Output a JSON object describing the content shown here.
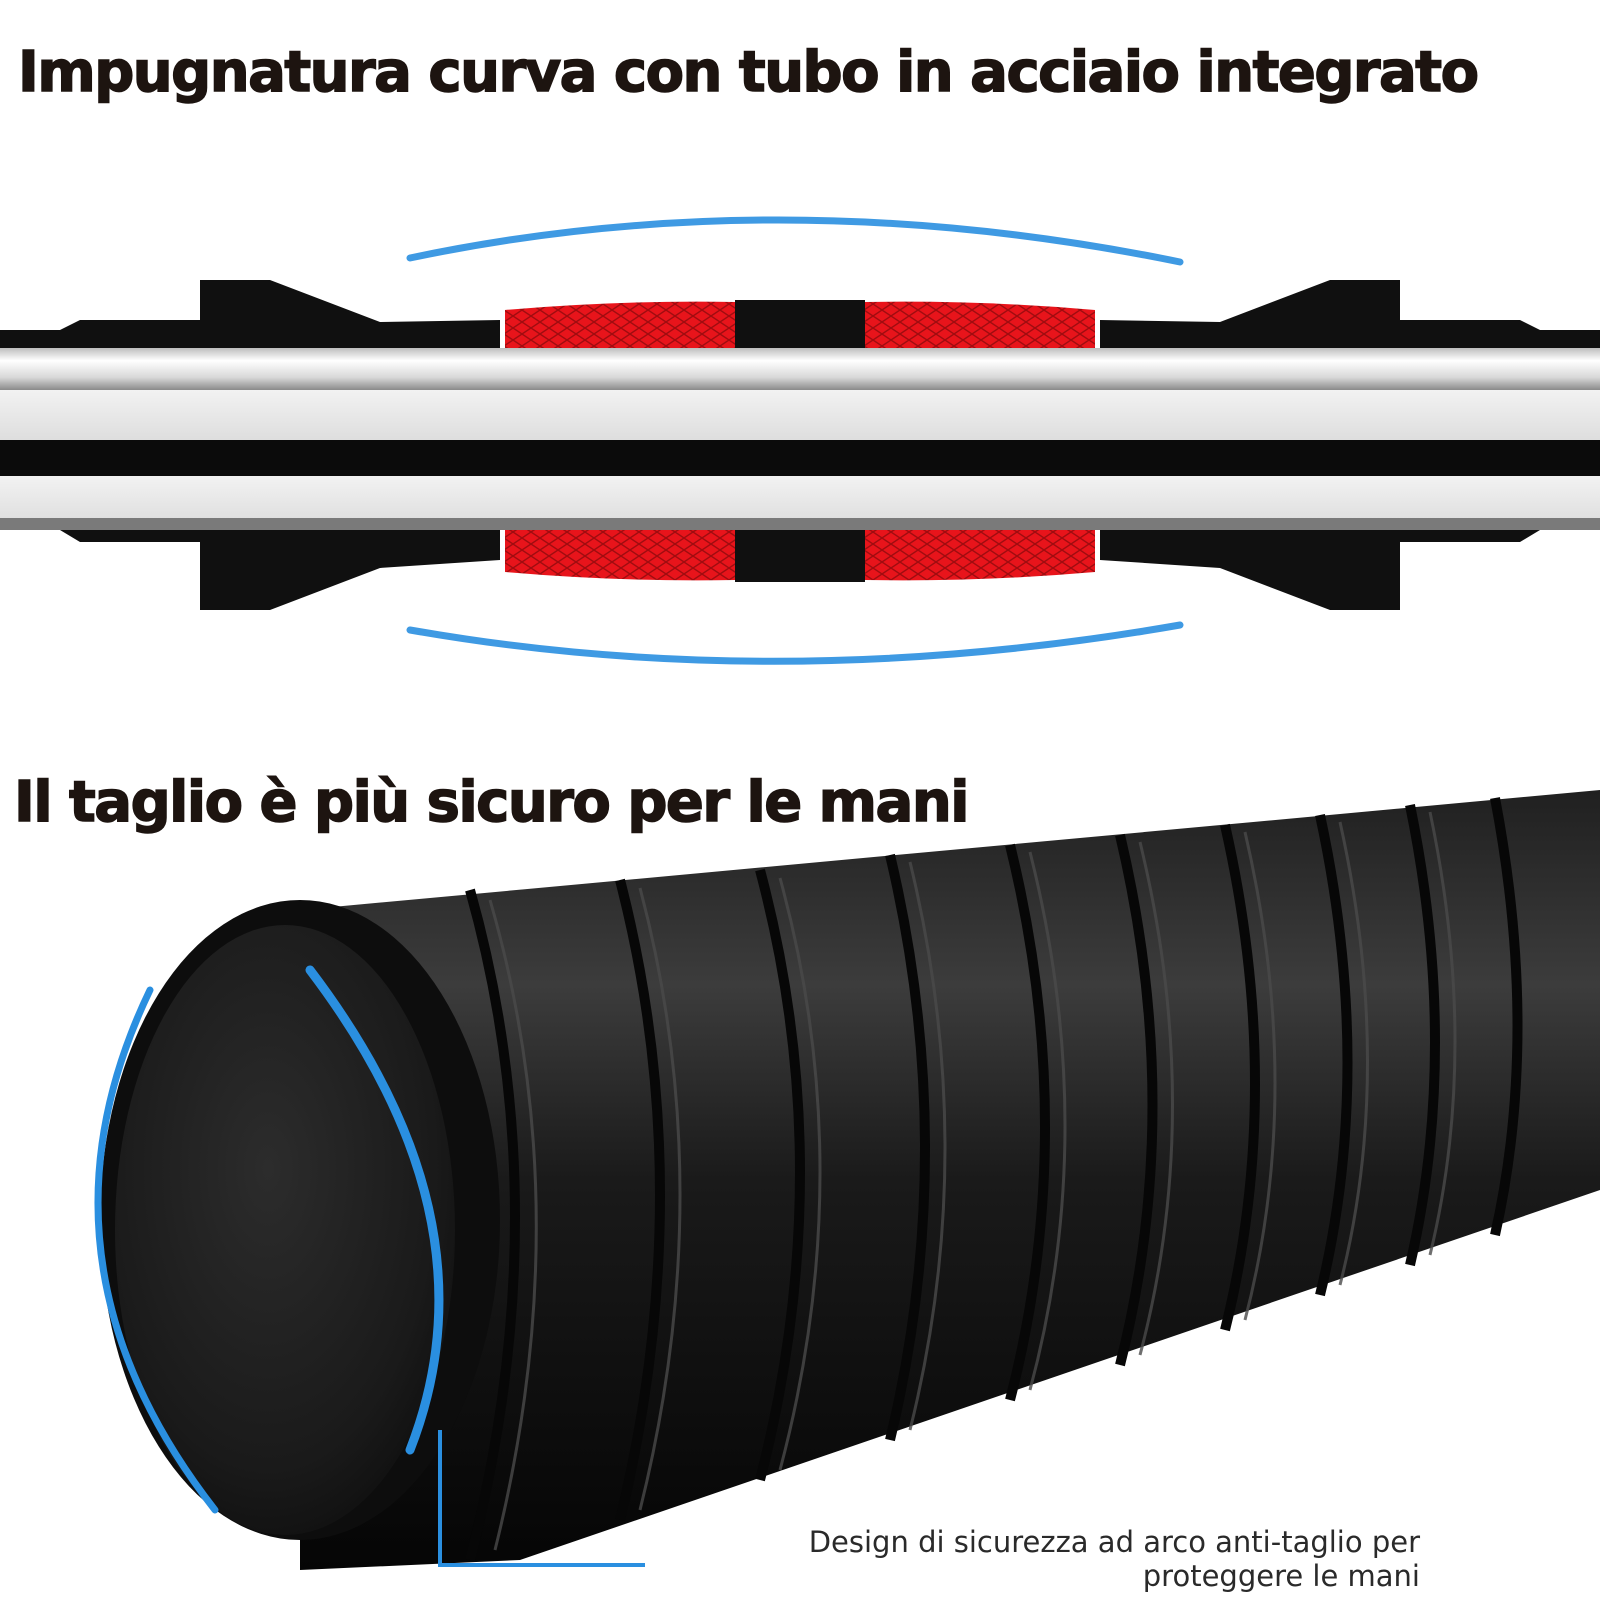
{
  "headings": {
    "grip_title": "Impugnatura curva con tubo in acciaio integrato",
    "safety_title": "Il taglio è più sicuro per le mani"
  },
  "caption": {
    "line1": "Design di sicurezza ad arco anti-taglio per",
    "line2": "proteggere le mani"
  },
  "colors": {
    "heading_text": "#1d1410",
    "grip_red": "#e8141b",
    "rubber_black": "#101010",
    "accent_blue": "#2a8fe0",
    "steel_light": "#e9e9e9"
  }
}
